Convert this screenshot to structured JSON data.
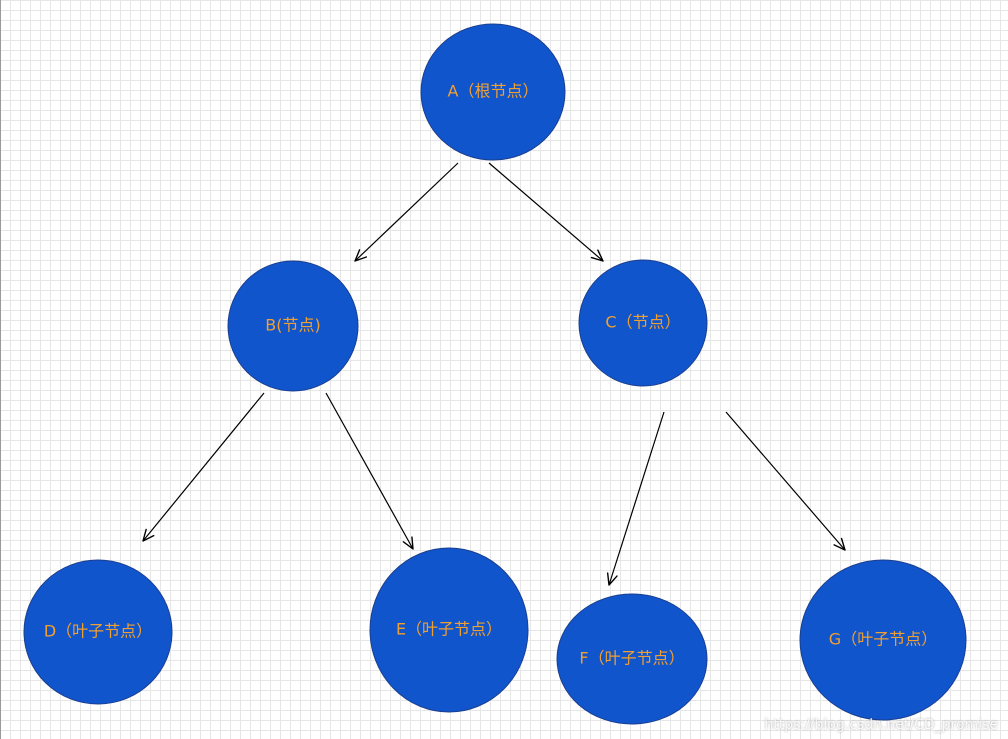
{
  "diagram": {
    "node_fill": "#1155cc",
    "label_color": "#f0a030",
    "edge_color": "#000000",
    "grid_color": "#e6e6e6",
    "nodes": [
      {
        "id": "A",
        "label": "A（根节点）"
      },
      {
        "id": "B",
        "label": "B(节点)"
      },
      {
        "id": "C",
        "label": "C（节点）"
      },
      {
        "id": "D",
        "label": "D（叶子节点）"
      },
      {
        "id": "E",
        "label": "E（叶子节点）"
      },
      {
        "id": "F",
        "label": "F（叶子节点）"
      },
      {
        "id": "G",
        "label": "G（叶子节点）"
      }
    ],
    "edges": [
      {
        "from": "A",
        "to": "B"
      },
      {
        "from": "A",
        "to": "C"
      },
      {
        "from": "B",
        "to": "D"
      },
      {
        "from": "B",
        "to": "E"
      },
      {
        "from": "C",
        "to": "F"
      },
      {
        "from": "C",
        "to": "G"
      }
    ]
  },
  "watermark": {
    "text": "https://blog.csdn.net/CD_promise"
  }
}
